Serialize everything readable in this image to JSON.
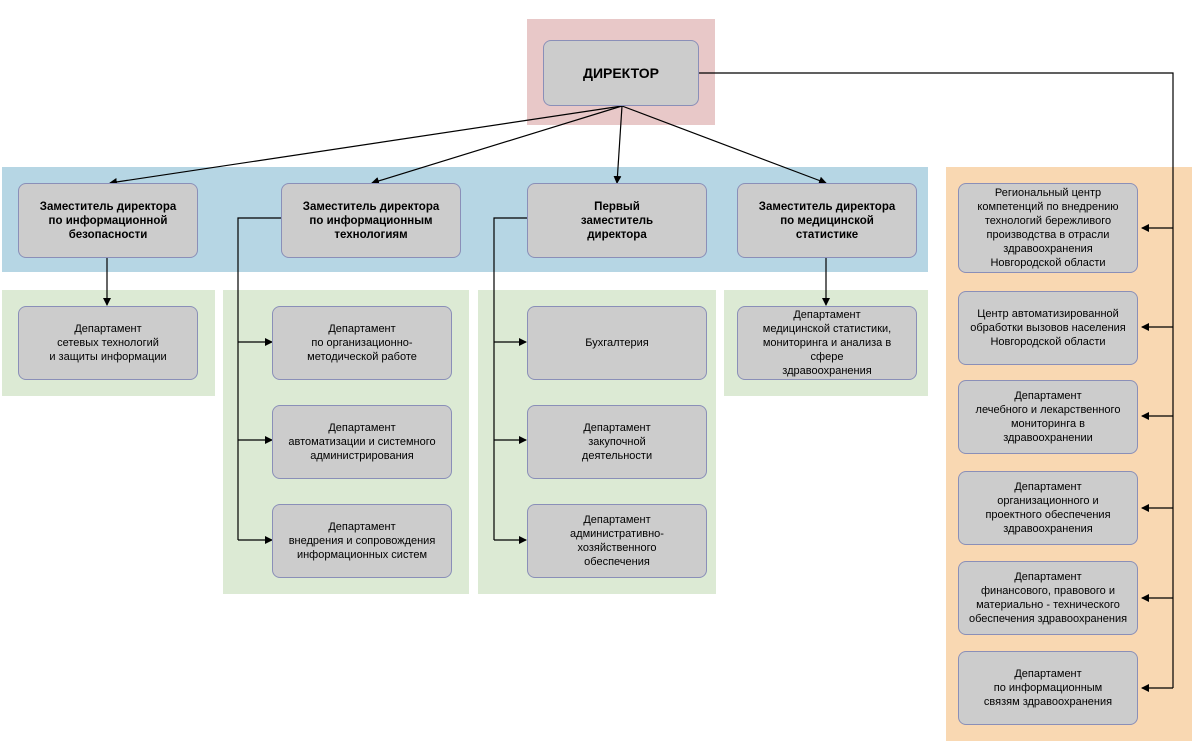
{
  "director": "ДИРЕКТОР",
  "deputies": [
    "Заместитель директора\nпо информационной\nбезопасности",
    "Заместитель директора\nпо информационным\nтехнологиям",
    "Первый\nзаместитель\nдиректора",
    "Заместитель директора\nпо медицинской\nстатистике"
  ],
  "departments": {
    "security": [
      "Департамент\nсетевых технологий\nи защиты информации"
    ],
    "it": [
      "Департамент\nпо организационно-\nметодической работе",
      "Департамент\nавтоматизации и системного\nадминистрирования",
      "Департамент\nвнедрения и сопровождения\nинформационных систем"
    ],
    "first_deputy": [
      "Бухгалтерия",
      "Департамент\nзакупочной\nдеятельности",
      "Департамент\nадминистративно-\nхозяйственного\nобеспечения"
    ],
    "statistics": [
      "Департамент\nмедицинской статистики,\nмониторинга и анализа в сфере\nздравоохранения"
    ]
  },
  "direct": [
    "Региональный центр\nкомпетенций по внедрению\nтехнологий бережливого\nпроизводства в отрасли\nздравоохранения\nНовгородской области",
    "Центр автоматизированной\nобработки вызовов населения\nНовгородской области",
    "Департамент\nлечебного и лекарственного\nмониторинга в\nздравоохранении",
    "Департамент\nорганизационного и\nпроектного обеспечения\nздравоохранения",
    "Департамент\nфинансового, правового и\nматериально - технического\nобеспечения здравоохранения",
    "Департамент\nпо информационным\nсвязям здравоохранения"
  ],
  "colors": {
    "director_band": "#e8c8c8",
    "deputy_band": "#b6d6e4",
    "department_band": "#dcead4",
    "direct_band": "#f9d8b2",
    "node_fill": "#cccccc",
    "node_border": "#8a8fb8"
  }
}
